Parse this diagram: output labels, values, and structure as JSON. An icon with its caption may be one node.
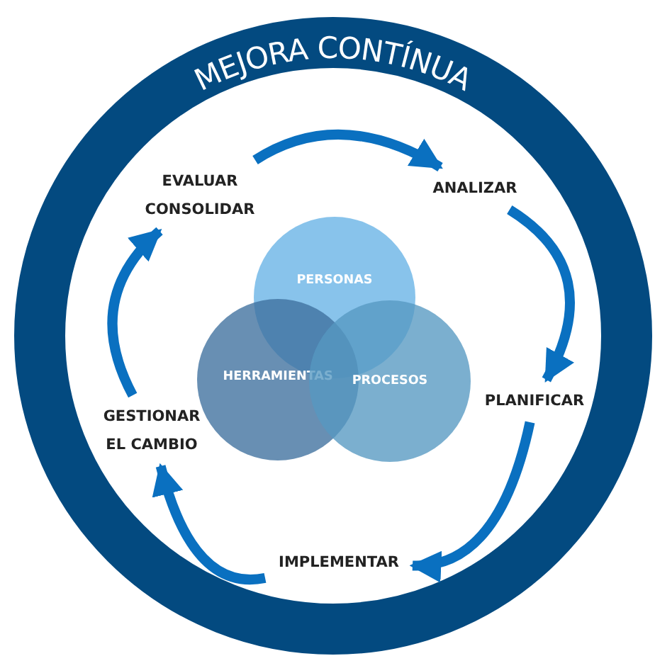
{
  "diagram": {
    "nodes": [
      {
        "text": [
          "MEJORA CONTÍNUA"
        ]
      },
      {
        "text": [
          "EVALUAR CONSOLIDAR"
        ],
        "in": 0
      },
      {
        "text": [
          "ANALIZAR"
        ],
        "in": 0
      },
      {
        "text": [
          "PLANIFICAR"
        ],
        "in": 0
      },
      {
        "text": [
          "IMPLEMENTAR"
        ],
        "in": 0
      },
      {
        "text": [
          "GESTIONAR EL CAMBIO"
        ],
        "in": 0
      },
      {
        "text": [
          "PERSONAS"
        ],
        "in": 0
      },
      {
        "text": [
          "HERRAMIENTAS"
        ],
        "in": 0
      },
      {
        "text": [
          "PROCESOS"
        ],
        "in": 0
      }
    ],
    "edges": [
      {
        "from": 1,
        "to": 2,
        "arrow": "to"
      },
      {
        "from": 2,
        "to": 3,
        "arrow": "to"
      },
      {
        "from": 3,
        "to": 4,
        "arrow": "to"
      },
      {
        "from": 4,
        "to": 5,
        "arrow": "to"
      },
      {
        "from": 5,
        "to": 1,
        "arrow": "to"
      }
    ]
  }
}
